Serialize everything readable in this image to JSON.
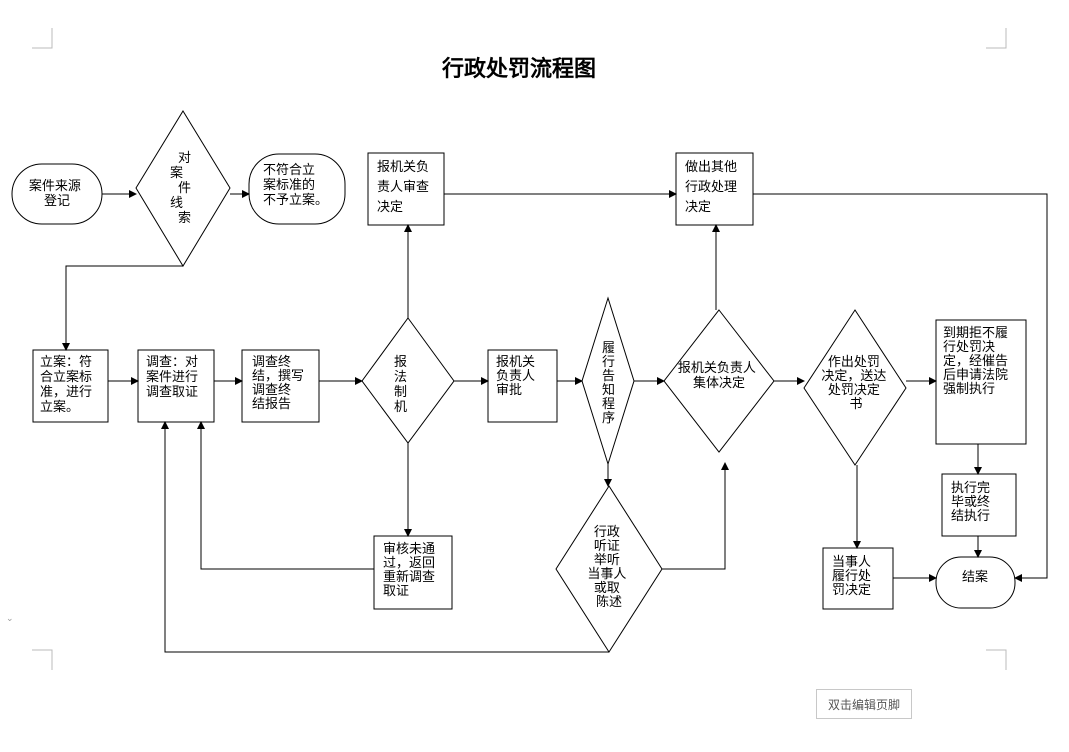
{
  "title": "行政处罚流程图",
  "footer_button": "双击编辑页脚",
  "nodes": {
    "source": [
      "案件来源",
      "登记"
    ],
    "clue": [
      "对",
      "案",
      "件",
      "线",
      "索"
    ],
    "reject": [
      "不符合立",
      "案标准的",
      "不予立案。"
    ],
    "report_head": [
      "报机关负",
      "责人审查",
      "决定"
    ],
    "other": [
      "做出其他",
      "行政处理",
      "决定"
    ],
    "filing": [
      "立案：符",
      "合立案标",
      "准，进行",
      "立案。"
    ],
    "investigate": [
      "调查：对",
      "案件进行",
      "调查取证"
    ],
    "summary": [
      "调查终",
      "结，撰写",
      "调查终",
      "结报告"
    ],
    "legal": [
      "报",
      "法",
      "制",
      "机"
    ],
    "approve": [
      "报机关",
      "负责人",
      "审批"
    ],
    "notify": [
      "履",
      "行",
      "告",
      "知",
      "程",
      "序"
    ],
    "collective": [
      "报机关负责人",
      "集体决定"
    ],
    "decide": [
      "作出处罚",
      "决定，送达",
      "处罚决定",
      "书"
    ],
    "force": [
      "到期拒不履",
      "行处罚决",
      "定，经催告",
      "后申请法院",
      "强制执行"
    ],
    "done": [
      "执行完",
      "毕或终",
      "结执行"
    ],
    "return": [
      "审核未通",
      "过，返回",
      "重新调查",
      "取证"
    ],
    "hearing": [
      "行政",
      "听证",
      "举听",
      "当事人",
      "或取",
      "陈述"
    ],
    "comply": [
      "当事人",
      "履行处",
      "罚决定"
    ],
    "close": [
      "结案"
    ]
  }
}
